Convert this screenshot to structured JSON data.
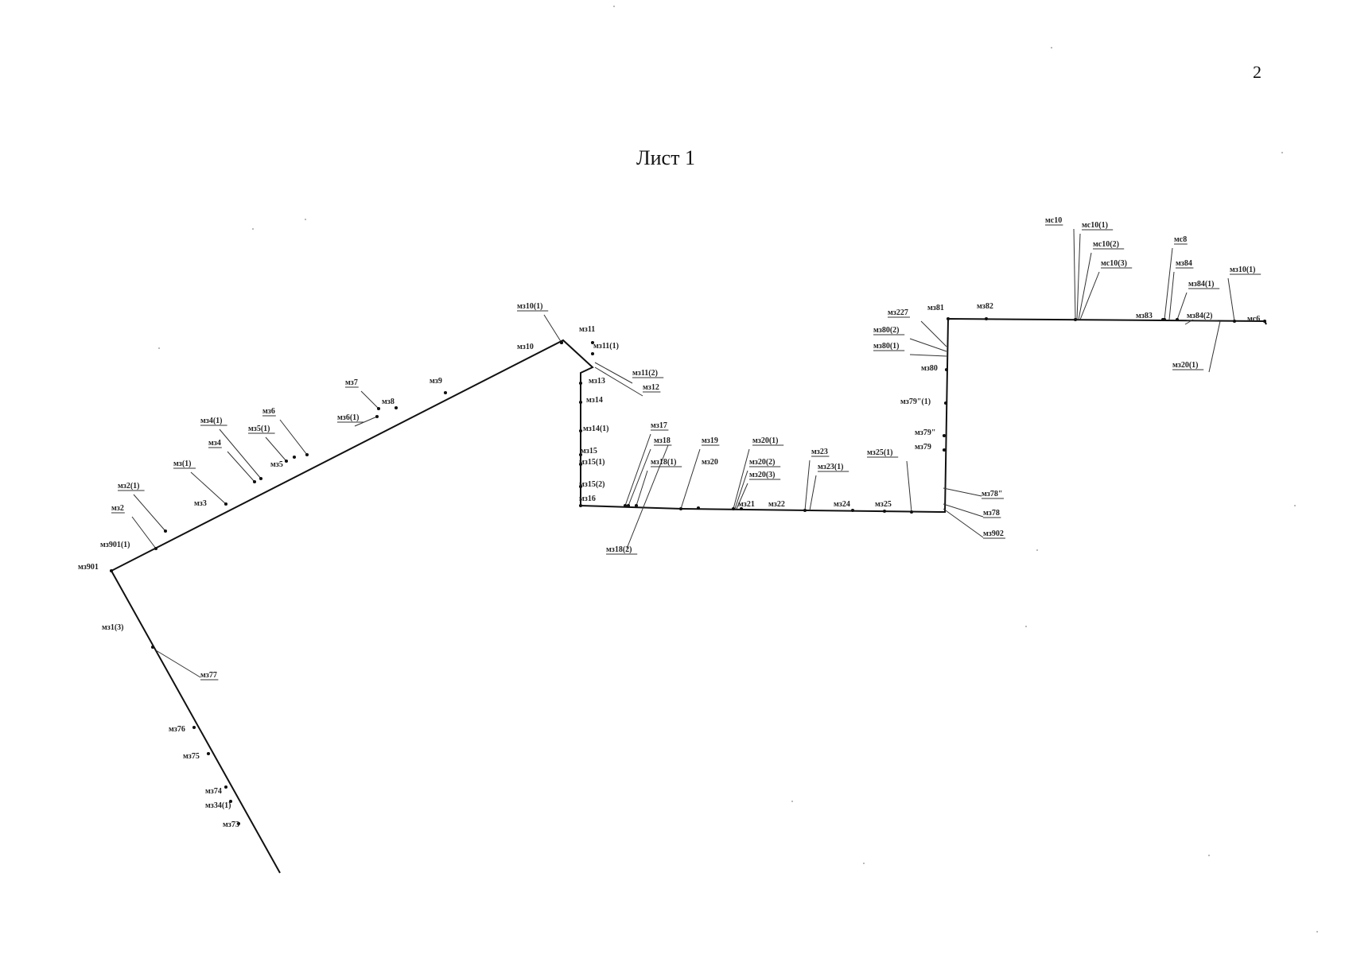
{
  "page_number": "2",
  "sheet_title": "Лист 1",
  "points": [
    "мз901",
    "мз901(1)",
    "мз2",
    "мз2(1)",
    "мз3",
    "мз(1)",
    "мз4",
    "мз4(1)",
    "мз5(1)",
    "мз5",
    "мз6",
    "мз6(1)",
    "мз7",
    "мз8",
    "мз9",
    "мз10",
    "мз10(1)",
    "мз11",
    "мз11(1)",
    "мз11(2)",
    "мз12",
    "мз13",
    "мз14",
    "мз14(1)",
    "мз15",
    "мз15(1)",
    "мз15(2)",
    "мз16",
    "мз17",
    "мз18",
    "мз18(1)",
    "мз18(2)",
    "мз19",
    "мз20",
    "мз20(1)",
    "мз20(2)",
    "мз20(3)",
    "мз21",
    "мз22",
    "мз23",
    "мз23(1)",
    "мз24",
    "мз25",
    "мз25(1)",
    "мз79",
    "мз79\"",
    "мз79\"(1)",
    "мз80",
    "мз80(1)",
    "мз80(2)",
    "мз227",
    "мз81",
    "мз82",
    "мз78\"",
    "мз78",
    "мз902",
    "мс10",
    "мс10(1)",
    "мс10(2)",
    "мс10(3)",
    "мз83",
    "мс8",
    "мз84",
    "мз84(1)",
    "мз84(2)",
    "мз10(1)",
    "мс6",
    "мз20(1)",
    "мз1(3)",
    "мз77",
    "мз76",
    "мз75",
    "мз74",
    "мз34(1)",
    "мз73"
  ]
}
